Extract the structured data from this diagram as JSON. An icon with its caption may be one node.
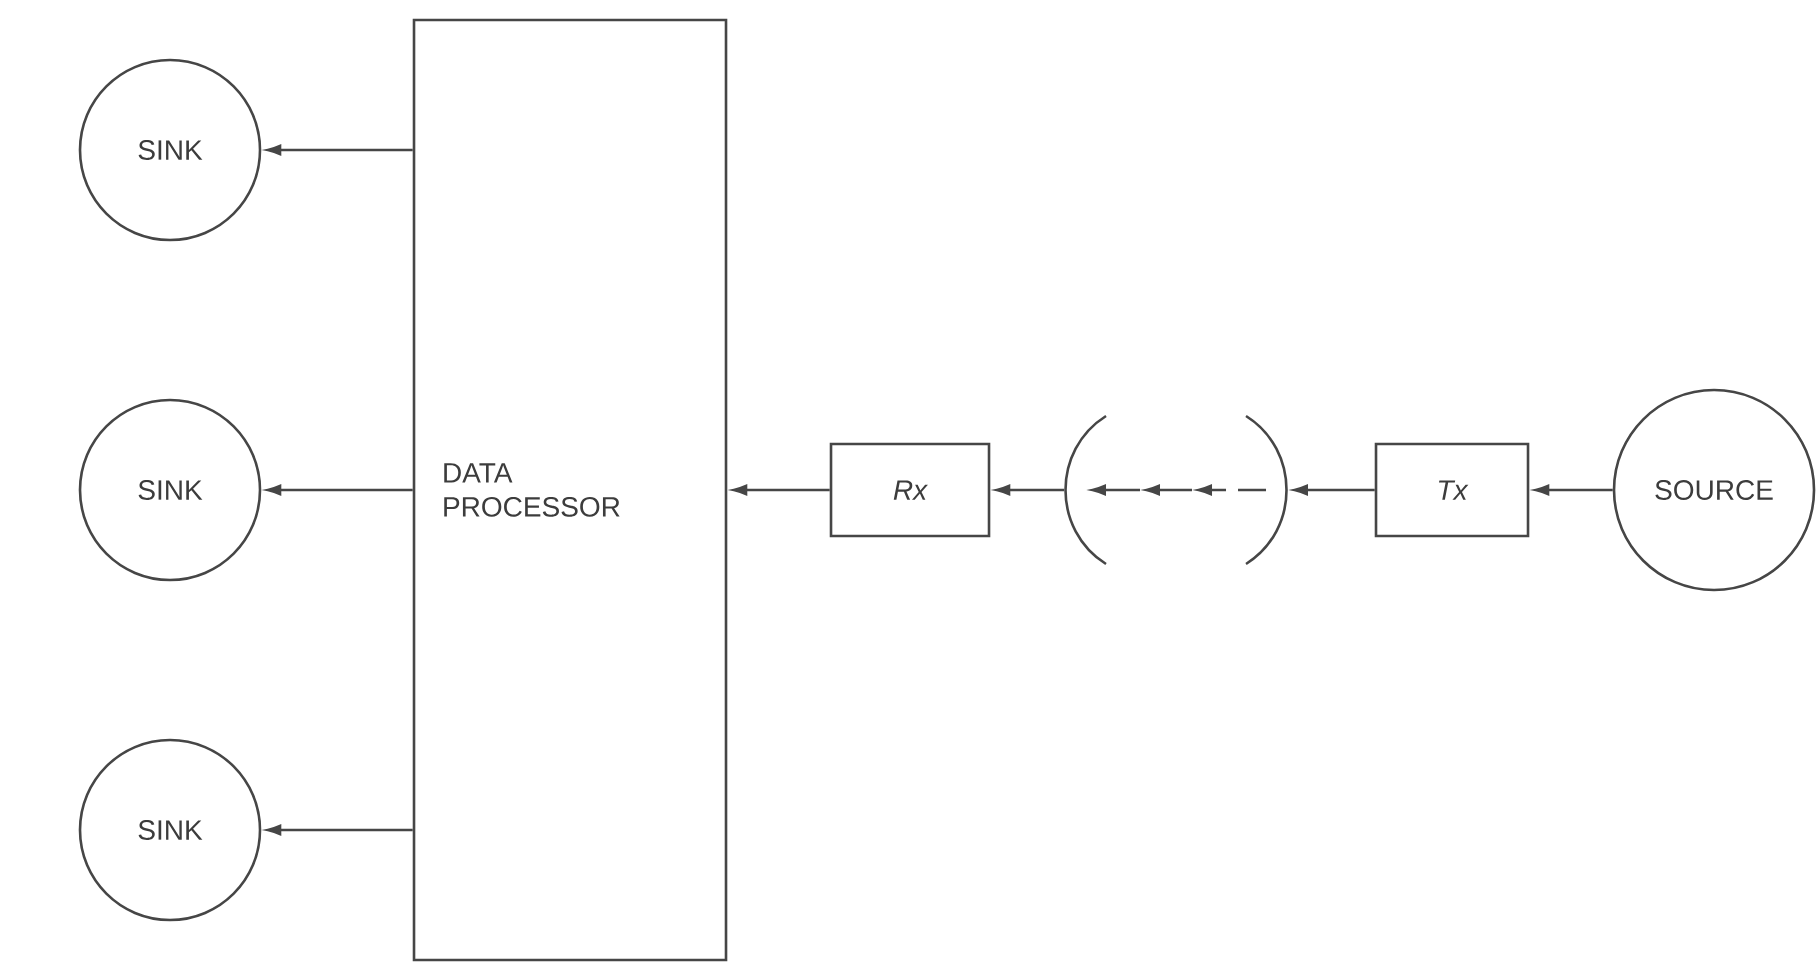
{
  "diagram": {
    "nodes": [
      {
        "text": [
          "SINK"
        ]
      },
      {
        "text": [
          "SINK"
        ]
      },
      {
        "text": [
          "SINK"
        ]
      },
      {
        "text": [
          "DATA PROCESSOR"
        ]
      },
      {
        "text": [
          "Rx"
        ]
      },
      {
        "text": [],
        "shape": "channel"
      },
      {
        "text": [
          "Tx"
        ]
      },
      {
        "text": [
          "SOURCE"
        ]
      }
    ],
    "edges": [
      {
        "from": 7,
        "to": 6,
        "arrow": "to"
      },
      {
        "from": 6,
        "to": 5,
        "arrow": "to"
      },
      {
        "from": 5,
        "to": 4,
        "arrow": "to"
      },
      {
        "from": 4,
        "to": 3,
        "arrow": "to"
      },
      {
        "from": 3,
        "to": 0,
        "arrow": "to"
      },
      {
        "from": 3,
        "to": 1,
        "arrow": "to"
      },
      {
        "from": 3,
        "to": 2,
        "arrow": "to"
      }
    ]
  }
}
